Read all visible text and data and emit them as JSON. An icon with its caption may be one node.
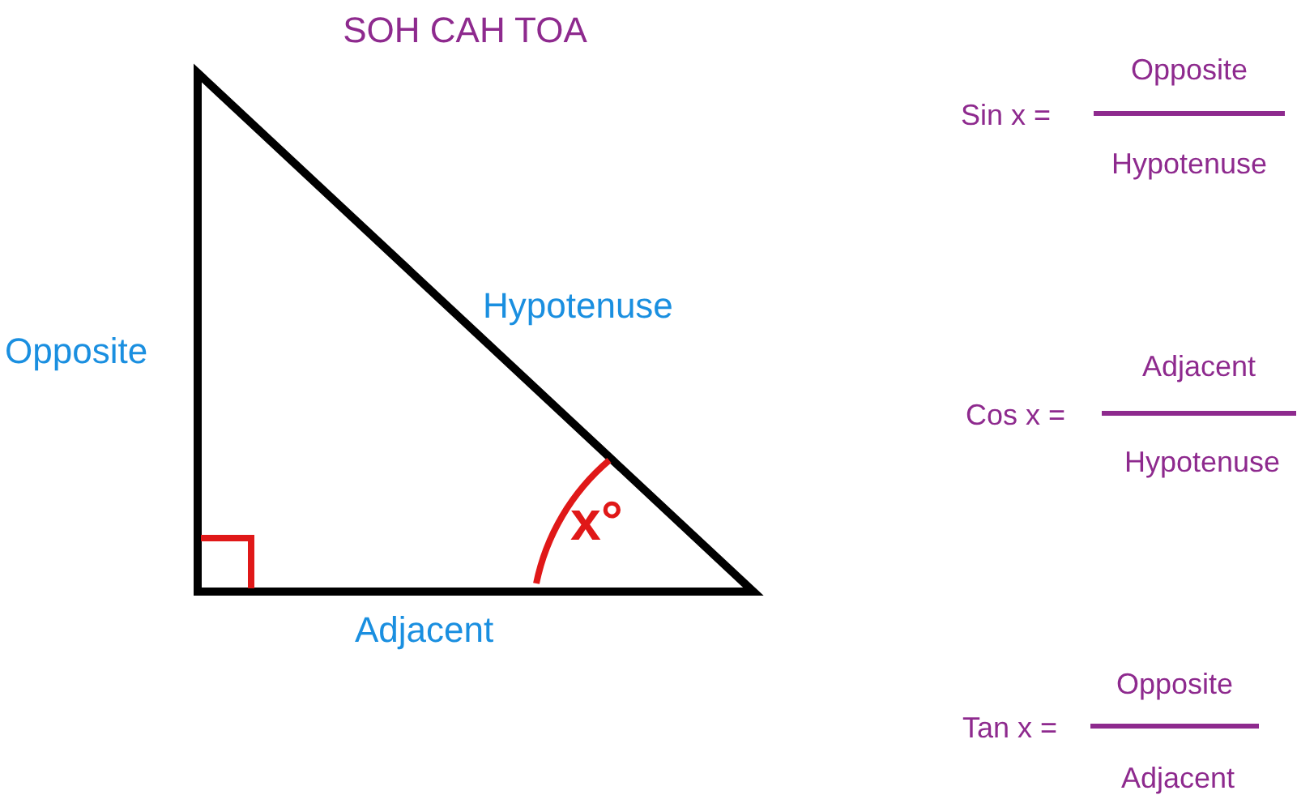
{
  "diagram": {
    "title": "SOH CAH TOA",
    "labels": [
      "Opposite",
      "Hypotenuse",
      "Adjacent",
      "x°",
      "Sin x =",
      "Opposite",
      "Hypotenuse",
      "Cos x =",
      "Adjacent",
      "Hypotenuse",
      "Tan x =",
      "Opposite",
      "Adjacent"
    ]
  }
}
